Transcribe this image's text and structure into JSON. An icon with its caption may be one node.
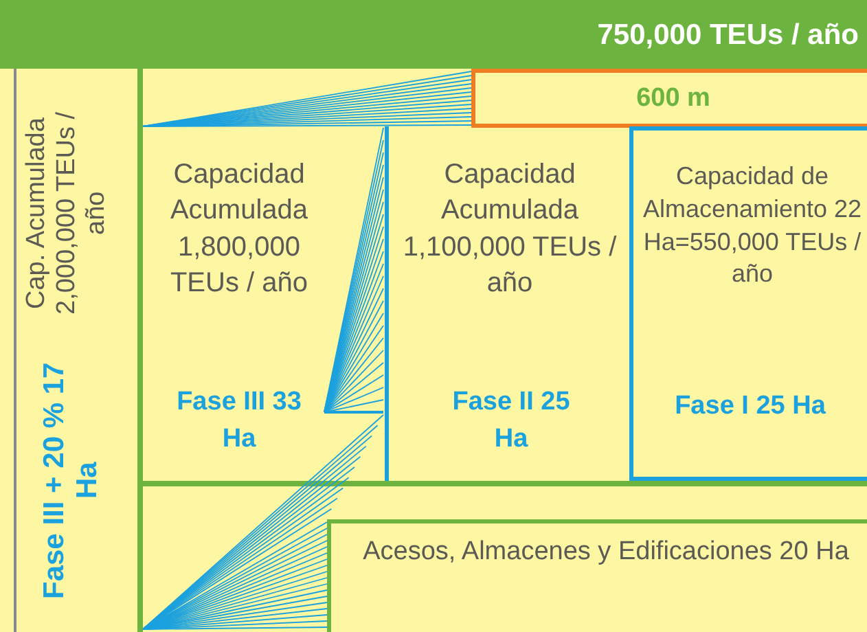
{
  "diagram": {
    "nodes": [
      {
        "text": [
          "750,000 TEUs / año"
        ]
      },
      {
        "text": [
          "600 m"
        ]
      },
      {
        "text": [
          "Cap. Acumulada 2,000,000 TEUs / año",
          "Fase III + 20 % 17 Ha"
        ]
      },
      {
        "text": [
          "Capacidad Acumulada 1,800,000 TEUs / año",
          "Fase III 33 Ha"
        ]
      },
      {
        "text": [
          "Capacidad Acumulada 1,100,000 TEUs / año",
          "Fase II 25 Ha"
        ]
      },
      {
        "text": [
          "Capacidad de Almacenamiento 22 Ha=550,000 TEUs / año",
          "Fase I 25 Ha"
        ]
      },
      {
        "text": [
          "Acesos, Almacenes y Edificaciones 20 Ha"
        ]
      }
    ]
  }
}
